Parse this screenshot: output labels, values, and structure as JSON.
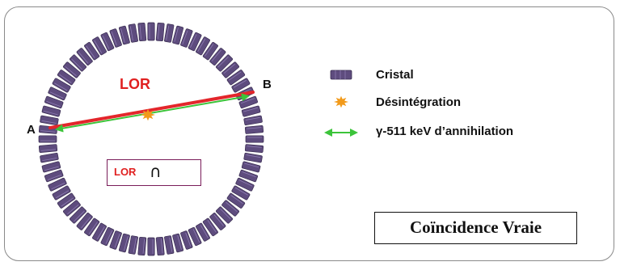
{
  "diagram": {
    "labels": {
      "lor": "LOR",
      "point_a": "A",
      "point_b": "B"
    },
    "legend": {
      "crystal": "Cristal",
      "decay": "Désintégration",
      "gamma": "γ-511 keV d’annihilation"
    },
    "equation_box": {
      "lor": "LOR",
      "operator": "∩"
    },
    "caption": "Coïncidence Vraie",
    "colors": {
      "crystal_fill": "#5e4c7e",
      "crystal_edge": "#3b2f52",
      "lor_line": "#e3262b",
      "gamma_arrow": "#3cc43a",
      "decay_star": "#f29a1a"
    },
    "detector_crystal_count": 72
  }
}
